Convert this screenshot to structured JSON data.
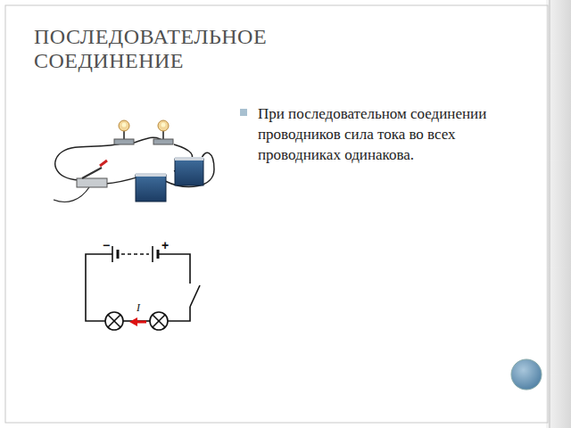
{
  "diagram": {
    "title": "ПОСЛЕДОВАТЕЛЬНОЕ СОЕДИНЕНИЕ",
    "labels": [
      "При последовательном соединении проводников сила тока во всех проводниках одинакова.",
      "−",
      "+",
      "I"
    ]
  }
}
